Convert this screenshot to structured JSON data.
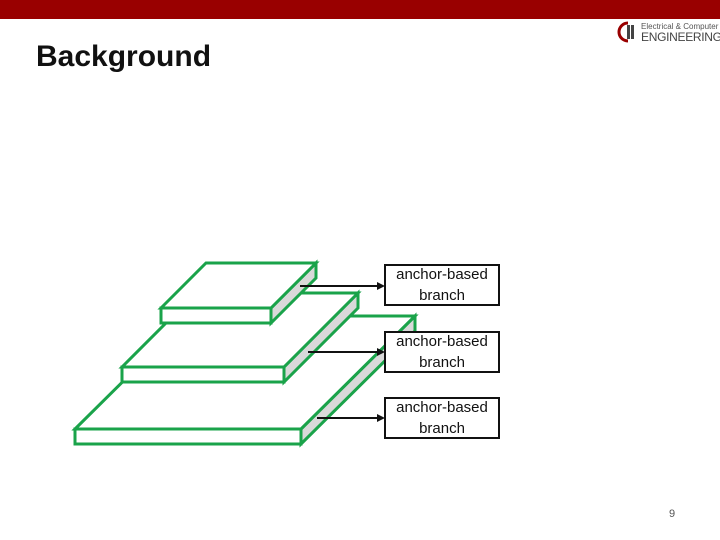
{
  "slide": {
    "title": "Background",
    "page_number": "9"
  },
  "logo": {
    "line1": "Electrical & Computer",
    "line2": "ENGINEERING"
  },
  "colors": {
    "top_bar": "#990000",
    "slab_edge": "#1aa34a",
    "slab_side_fill": "#d9d9d9",
    "arrow": "#111111"
  },
  "diagram": {
    "branches": [
      {
        "label": "anchor-based branch"
      },
      {
        "label": "anchor-based branch"
      },
      {
        "label": "anchor-based branch"
      }
    ]
  }
}
